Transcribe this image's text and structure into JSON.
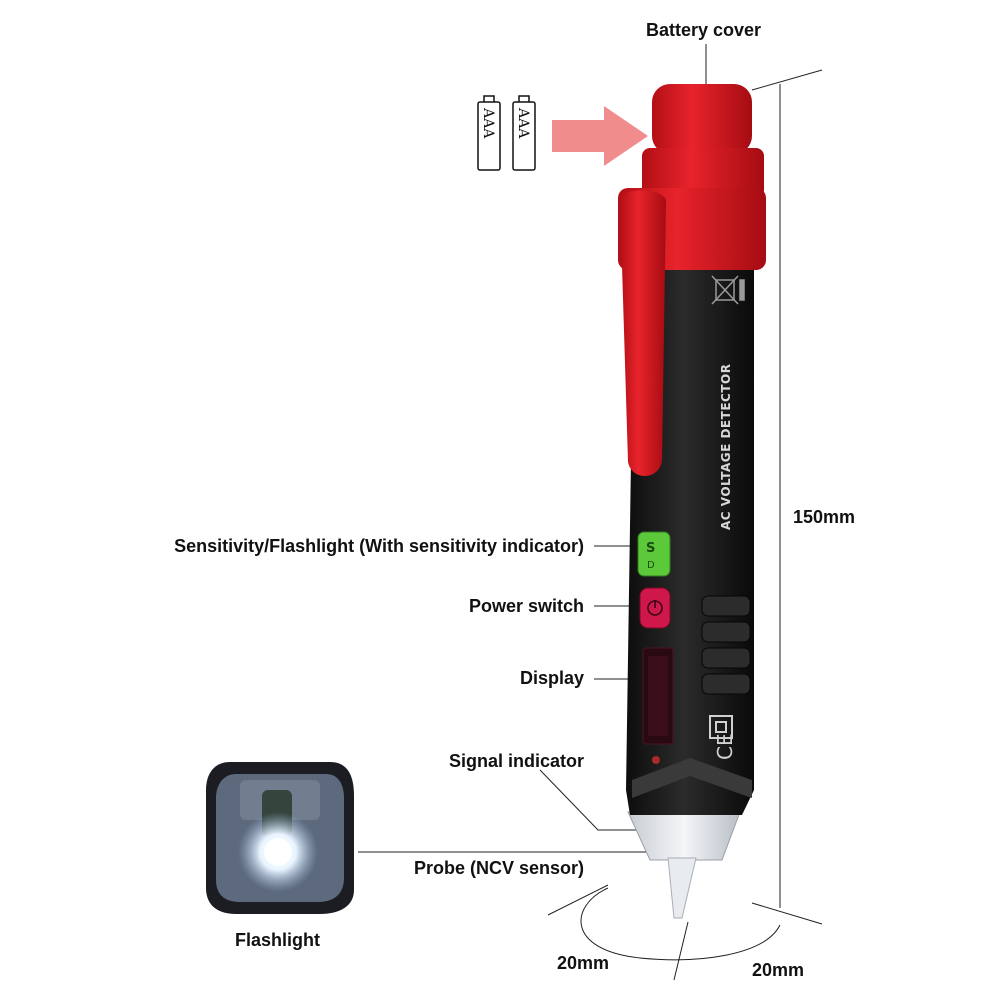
{
  "labels": {
    "battery_cover": "Battery cover",
    "sensitivity_flashlight": "Sensitivity/Flashlight (With sensitivity indicator)",
    "power_switch": "Power switch",
    "display": "Display",
    "signal_indicator": "Signal indicator",
    "probe": "Probe (NCV sensor)",
    "flashlight": "Flashlight"
  },
  "dimensions": {
    "length": "150mm",
    "width_a": "20mm",
    "width_b": "20mm"
  },
  "device": {
    "brand_text": "AC VOLTAGE DETECTOR",
    "ce_mark": "CE"
  },
  "battery": {
    "type_label": "AAA",
    "count": 2
  },
  "colors": {
    "body": "#1a1a1a",
    "cap_red": "#d8151d",
    "sensitivity_button": "#5cc93a",
    "power_button": "#d0174b",
    "arrow": "#f08c8c"
  }
}
